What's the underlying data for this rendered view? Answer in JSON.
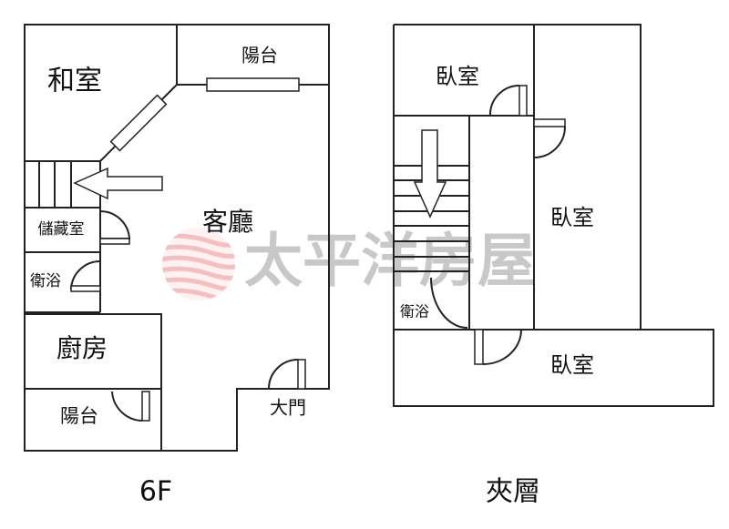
{
  "plans": {
    "floor6": {
      "title": "6F",
      "rooms": {
        "tatami": "和室",
        "balcony_top": "陽台",
        "living": "客廳",
        "storage": "儲藏室",
        "bath": "衛浴",
        "kitchen": "廚房",
        "balcony_bottom": "陽台",
        "entrance": "大門"
      }
    },
    "mezzanine": {
      "title": "夾層",
      "rooms": {
        "bedroom_top": "臥室",
        "bedroom_right": "臥室",
        "bath": "衛浴",
        "bedroom_bottom": "臥室"
      }
    }
  },
  "watermark": {
    "text": "太平洋房屋",
    "logo_color": "#e8646a",
    "text_color": "#9a9a9a"
  }
}
